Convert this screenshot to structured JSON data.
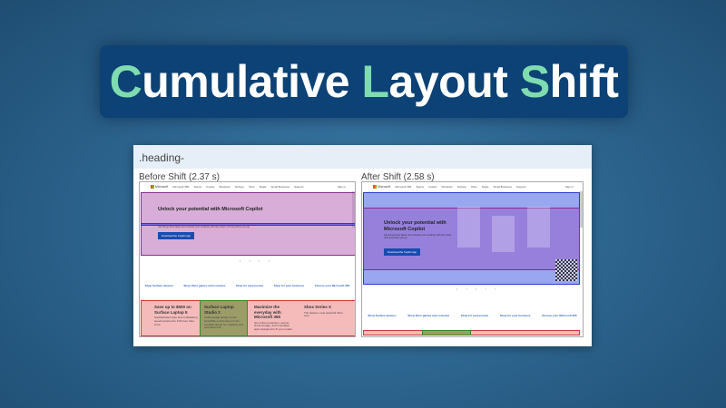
{
  "title": {
    "parts": [
      {
        "accent": "C",
        "rest": "umulative "
      },
      {
        "accent": "L",
        "rest": "ayout "
      },
      {
        "accent": "S",
        "rest": "hift"
      }
    ]
  },
  "panel": {
    "heading": ".heading-",
    "before": {
      "label": "Before Shift (2.37 s)"
    },
    "after": {
      "label": "After Shift (2.58 s)"
    }
  },
  "page": {
    "logo": "Microsoft",
    "nav": [
      "Microsoft 365",
      "Teams",
      "Copilot",
      "Windows",
      "Surface",
      "Xbox",
      "Deals",
      "Small Business",
      "Support"
    ],
    "signin": "Sign in",
    "hero_title": "Unlock your potential with Microsoft Copilot",
    "hero_sub": "Get things done faster and unleash your creativity with the power of AI anywhere you go.",
    "hero_button": "Download the Copilot app",
    "links": [
      "Shop Surface devices",
      "Shop Xbox games and consoles",
      "Shop for accessories",
      "Shop for your business",
      "Choose your Microsoft 365"
    ],
    "cards": [
      {
        "title": "Save up to $500 on Surface Laptop 5",
        "text": "Sophisticated style and multitasking speed powered to 12th Gen Intel Core."
      },
      {
        "title": "Surface Laptop Studio 2",
        "text": "Cutting-edge design meets incredible performance in the versatile laptop for creativity and entertainment."
      },
      {
        "title": "Maximize the everyday with Microsoft 365",
        "text": "Get online protection, secure cloud storage, and innovative apps designed to fit your needs."
      },
      {
        "title": "Xbox Series X",
        "text": "The fastest, most powerful Xbox ever."
      }
    ]
  },
  "colors": {
    "accent": "#7fdcb0",
    "banner": "#0c4275",
    "shift_purple": "#8b2a8b",
    "shift_blue": "#2a3ad0",
    "shift_red": "#d03a3a",
    "shift_green": "#3a8a2a"
  }
}
